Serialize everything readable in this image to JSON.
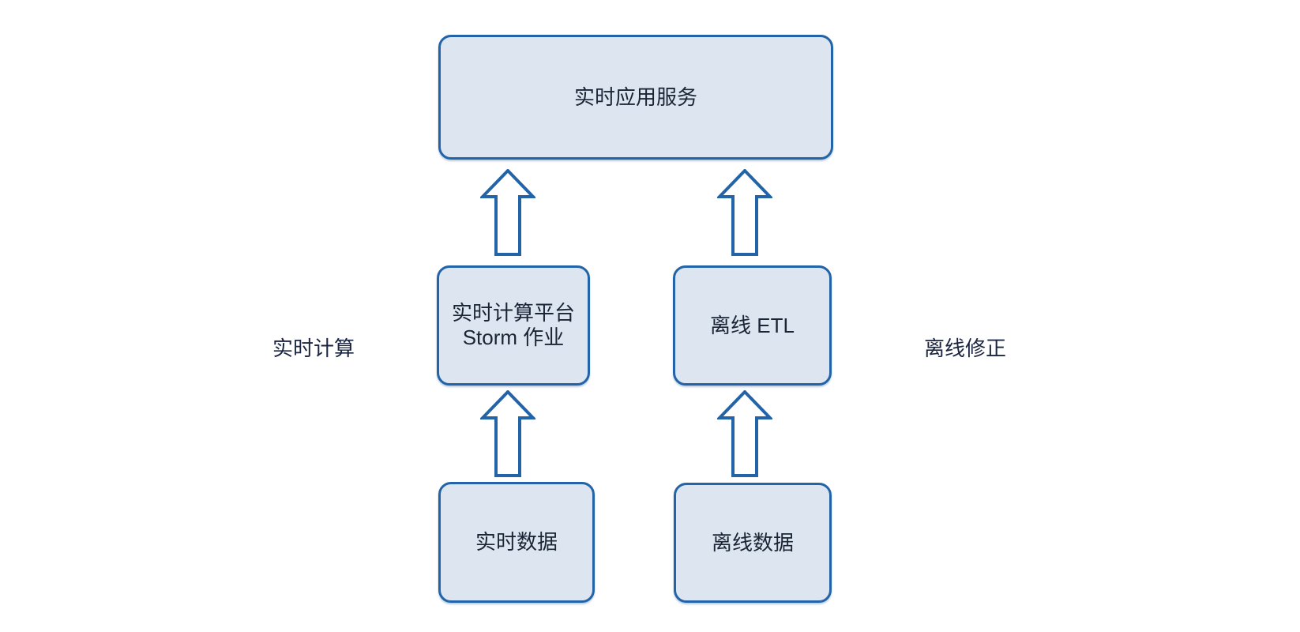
{
  "diagram": {
    "colors": {
      "box_fill": "#dce5f0",
      "box_border": "#2264a7",
      "arrow_stroke": "#2264a7",
      "arrow_fill": "#ffffff",
      "text": "#1a2434",
      "background": "#ffffff"
    },
    "nodes": {
      "app_service": {
        "label": "实时应用服务"
      },
      "storm_platform": {
        "line1": "实时计算平台",
        "line2": "Storm 作业"
      },
      "offline_etl": {
        "label": "离线 ETL"
      },
      "realtime_data": {
        "label": "实时数据"
      },
      "offline_data": {
        "label": "离线数据"
      }
    },
    "side_labels": {
      "left": "实时计算",
      "right": "离线修正"
    },
    "arrows": [
      {
        "from": "storm_platform",
        "to": "app_service",
        "direction": "up"
      },
      {
        "from": "offline_etl",
        "to": "app_service",
        "direction": "up"
      },
      {
        "from": "realtime_data",
        "to": "storm_platform",
        "direction": "up"
      },
      {
        "from": "offline_data",
        "to": "offline_etl",
        "direction": "up"
      }
    ]
  }
}
